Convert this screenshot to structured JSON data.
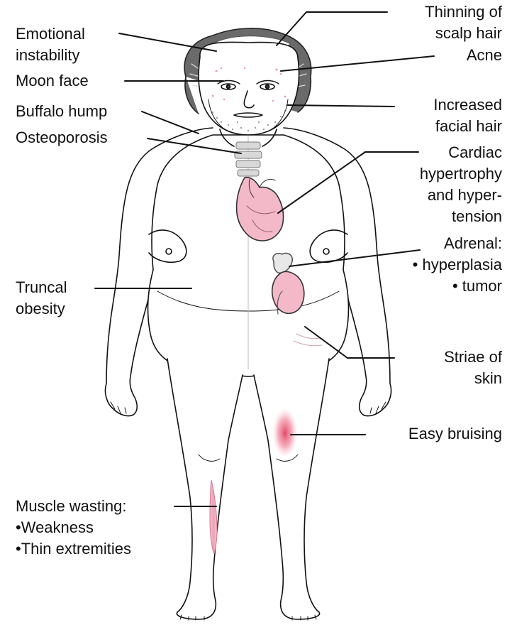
{
  "labels": {
    "emotional_instability": [
      "Emotional",
      "instability"
    ],
    "moon_face": [
      "Moon face"
    ],
    "buffalo_hump": [
      "Buffalo hump"
    ],
    "osteoporosis": [
      "Osteoporosis"
    ],
    "truncal_obesity": [
      "Truncal",
      "obesity"
    ],
    "muscle_wasting": [
      "Muscle wasting:",
      "•Weakness",
      "•Thin extremities"
    ],
    "thinning_scalp_hair": [
      "Thinning of",
      "scalp hair"
    ],
    "acne": [
      "Acne"
    ],
    "increased_facial_hair": [
      "Increased",
      "facial hair"
    ],
    "cardiac": [
      "Cardiac",
      "hypertrophy",
      "and hyper-",
      "tension"
    ],
    "adrenal": [
      "Adrenal:",
      "• hyperplasia",
      "• tumor"
    ],
    "striae": [
      "Striae of",
      "skin"
    ],
    "easy_bruising": [
      "Easy bruising"
    ]
  },
  "colors": {
    "line": "#111111",
    "organ_fill": "#f4b9c8",
    "bruise": "#e8546f",
    "bone": "#d8d8d8",
    "hair": "#5a5a5a"
  }
}
